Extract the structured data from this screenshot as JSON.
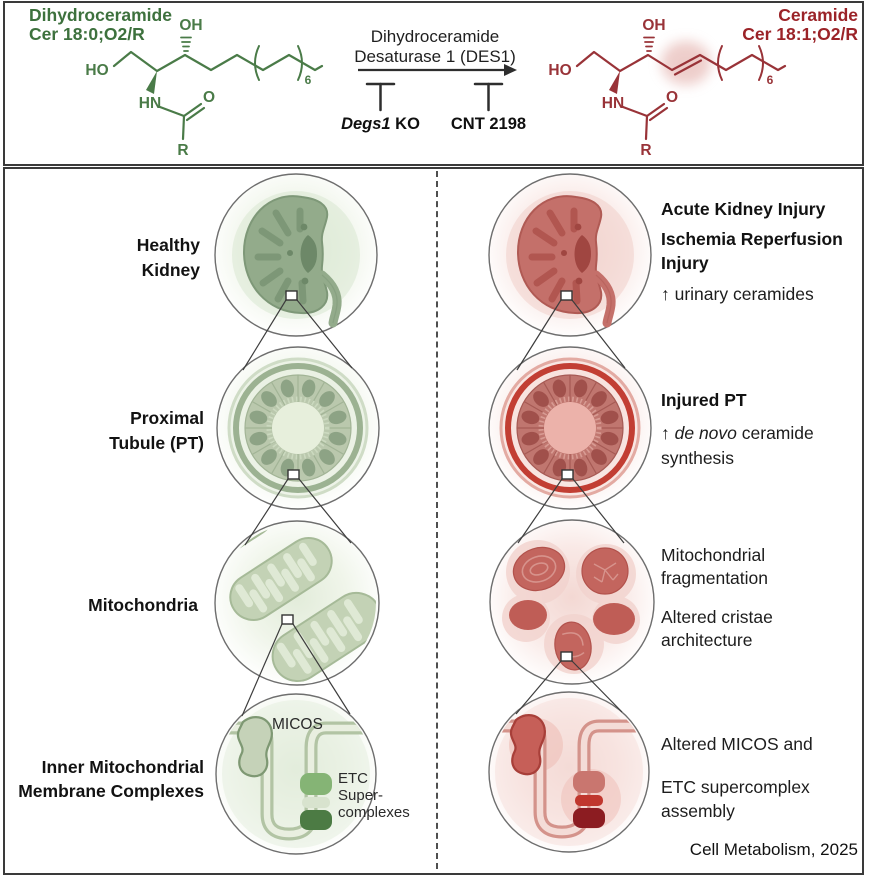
{
  "colors": {
    "green_text": "#3d713d",
    "green_stroke": "#4a7b48",
    "red_text": "#9b2328",
    "red_stroke": "#993338",
    "panel_border": "#3a3a3a"
  },
  "top": {
    "dihydroceramide": {
      "name": "Dihydroceramide",
      "formula": "Cer 18:0;O2/R",
      "atoms": {
        "ho": "HO",
        "oh": "OH",
        "hn": "HN",
        "o": "O",
        "r": "R",
        "repeat": "6"
      }
    },
    "ceramide": {
      "name": "Ceramide",
      "formula": "Cer 18:1;O2/R",
      "atoms": {
        "ho": "HO",
        "oh": "OH",
        "hn": "HN",
        "o": "O",
        "r": "R",
        "repeat": "6"
      }
    },
    "enzyme": {
      "line1": "Dihydroceramide",
      "line2": "Desaturase 1 (DES1)"
    },
    "inhibitor_ko": {
      "gene": "Degs1",
      "rest": " KO"
    },
    "inhibitor_drug": "CNT 2198"
  },
  "healthy_column": {
    "row1": {
      "line1": "Healthy",
      "line2": "Kidney"
    },
    "row2": {
      "line1": "Proximal",
      "line2": "Tubule (PT)"
    },
    "row3": {
      "line1": "Mitochondria"
    },
    "row4": {
      "line1": "Inner Mitochondrial",
      "line2": "Membrane Complexes"
    },
    "micos": "MICOS",
    "etc_line1": "ETC",
    "etc_line2": "Super-",
    "etc_line3": "complexes"
  },
  "injured_column": {
    "row1": {
      "bold1": "Acute Kidney Injury",
      "bold2": "Ischemia Reperfusion",
      "bold3": "Injury",
      "note": "↑ urinary ceramides"
    },
    "row2": {
      "bold1": "Injured PT",
      "note_prefix": "↑ ",
      "note_italic": "de novo",
      "note_rest": " ceramide",
      "note_line2": "synthesis"
    },
    "row3": {
      "line1": "Mitochondrial",
      "line2": "fragmentation",
      "line3": "Altered cristae",
      "line4": "architecture"
    },
    "row4": {
      "line1": "Altered MICOS and",
      "line2": "ETC supercomplex",
      "line3": "assembly"
    }
  },
  "footer": "Cell Metabolism, 2025"
}
